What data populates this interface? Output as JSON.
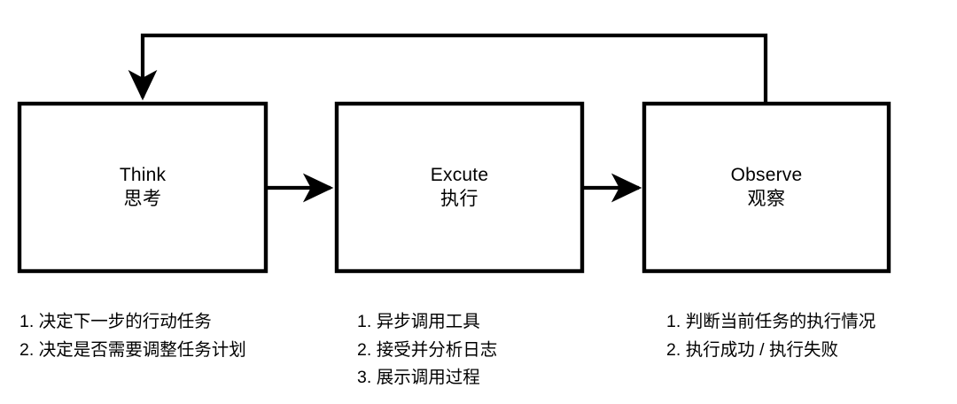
{
  "diagram": {
    "type": "flowchart-loop",
    "background_color": "#ffffff",
    "stroke_color": "#000000",
    "nodes": [
      {
        "id": "think",
        "title_en": "Think",
        "title_zh": "思考",
        "notes": [
          {
            "index": "1.",
            "text": "决定下一步的行动任务"
          },
          {
            "index": "2.",
            "text": "决定是否需要调整任务计划"
          }
        ]
      },
      {
        "id": "execute",
        "title_en": "Excute",
        "title_zh": "执行",
        "notes": [
          {
            "index": "1.",
            "text": "异步调用工具"
          },
          {
            "index": "2.",
            "text": "接受并分析日志"
          },
          {
            "index": "3.",
            "text": "展示调用过程"
          }
        ]
      },
      {
        "id": "observe",
        "title_en": "Observe",
        "title_zh": "观察",
        "notes": [
          {
            "index": "1.",
            "text": "判断当前任务的执行情况"
          },
          {
            "index": "2.",
            "text": "执行成功 / 执行失败"
          }
        ]
      }
    ],
    "edges": [
      {
        "id": "think-to-execute",
        "from": "think",
        "to": "execute",
        "style": "straight-arrow"
      },
      {
        "id": "execute-to-observe",
        "from": "execute",
        "to": "observe",
        "style": "straight-arrow"
      },
      {
        "id": "observe-to-think",
        "from": "observe",
        "to": "think",
        "style": "feedback-loop-arrow"
      }
    ]
  }
}
